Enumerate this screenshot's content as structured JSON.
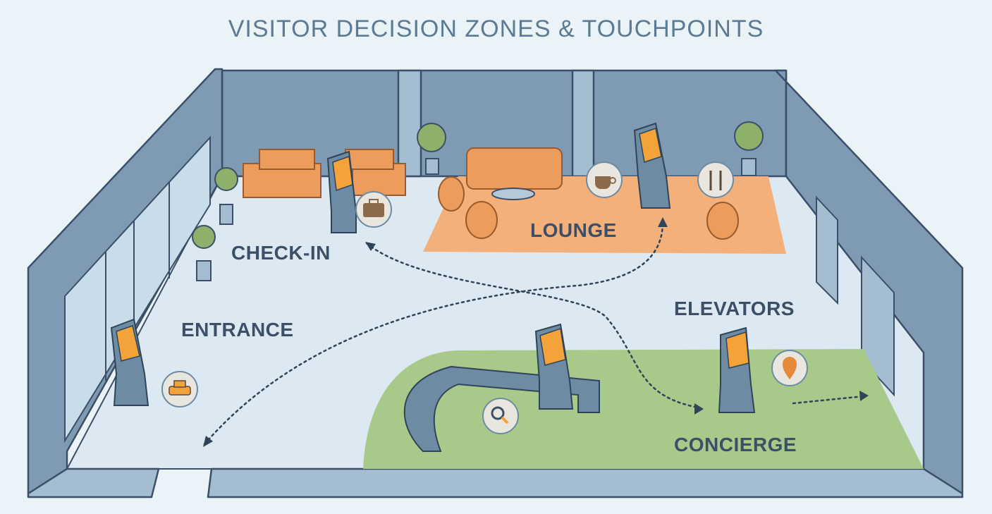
{
  "title": "VISITOR DECISION ZONES & TOUCHPOINTS",
  "zones": [
    {
      "id": "check-in",
      "label": "CHECK-IN",
      "icon": "suitcase-icon"
    },
    {
      "id": "lounge",
      "label": "LOUNGE",
      "icon": "coffee-cup-icon"
    },
    {
      "id": "entrance",
      "label": "ENTRANCE",
      "icon": "taxi-icon"
    },
    {
      "id": "elevators",
      "label": "ELEVATORS",
      "icon": "location-pin-icon"
    },
    {
      "id": "concierge",
      "label": "CONCIERGE",
      "icon": "magnifier-icon"
    }
  ],
  "extra_icons": [
    "fork-knife-icon"
  ],
  "colors": {
    "background": "#eaf3f7",
    "wall": "#7f9bb4",
    "floor": "#dde9f2",
    "lounge": "#f4b07a",
    "concierge": "#a9c98a",
    "screen": "#f3a33a",
    "text": "#3b5068"
  }
}
